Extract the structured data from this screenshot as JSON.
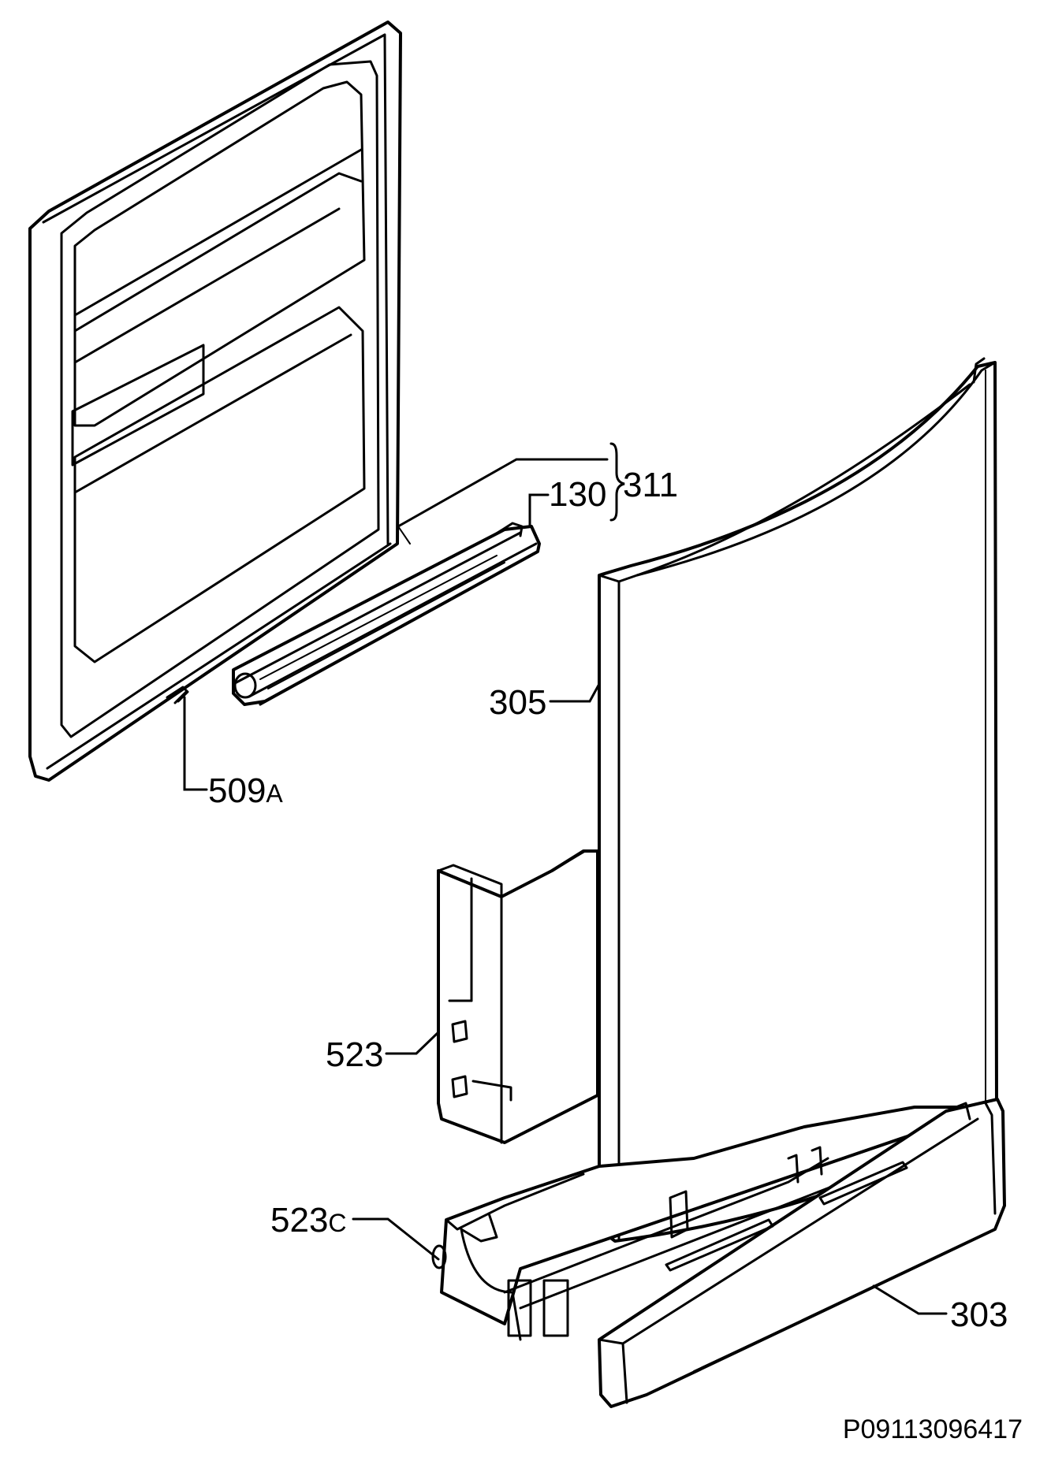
{
  "callouts": {
    "c311": {
      "num": "311",
      "suffix": ""
    },
    "c130": {
      "num": "130",
      "suffix": ""
    },
    "c305": {
      "num": "305",
      "suffix": ""
    },
    "c509a": {
      "num": "509",
      "suffix": "A"
    },
    "c523": {
      "num": "523",
      "suffix": ""
    },
    "c523c": {
      "num": "523",
      "suffix": "C"
    },
    "c303": {
      "num": "303",
      "suffix": ""
    }
  },
  "drawing_code": "P09113096417"
}
